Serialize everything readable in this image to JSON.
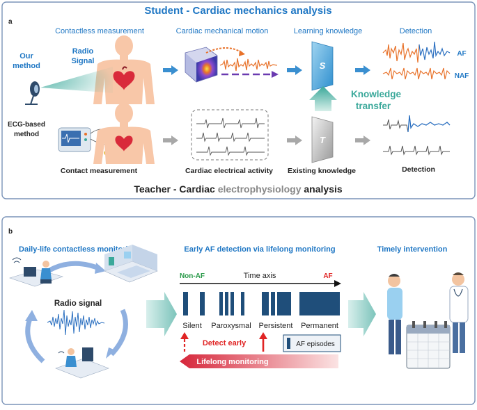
{
  "panel_a": {
    "letter": "a",
    "title": "Student - Cardiac mechanics analysis",
    "column_titles": {
      "contactless": "Contactless measurement",
      "motion": "Cardiac mechanical motion",
      "learning": "Learning knowledge",
      "detection": "Detection"
    },
    "our_method_line1": "Our",
    "our_method_line2": "method",
    "radio_line1": "Radio",
    "radio_line2": "Signal",
    "student_letter": "S",
    "label_af": "AF",
    "label_naf": "NAF",
    "kt_line1": "Knowledge",
    "kt_line2": "transfer",
    "ecg_line1": "ECG-based",
    "ecg_line2": "method",
    "teacher_letter": "T",
    "contact_measurement": "Contact measurement",
    "electrical_activity": "Cardiac electrical activity",
    "existing_knowledge": "Existing knowledge",
    "detection_bottom": "Detection",
    "footer_prefix": "Teacher - Cardiac ",
    "footer_highlight": "electrophysiology",
    "footer_suffix": " analysis"
  },
  "panel_b": {
    "letter": "b",
    "col1_title": "Daily-life contactless monitoring",
    "col2_title": "Early AF detection via lifelong monitoring",
    "col3_title": "Timely intervention",
    "radio_signal": "Radio signal",
    "non_af": "Non-AF",
    "time_axis": "Time axis",
    "af": "AF",
    "stages": [
      "Silent",
      "Paroxysmal",
      "Persistent",
      "Permanent"
    ],
    "detect_early": "Detect early",
    "af_episodes": "AF episodes",
    "lifelong": "Lifelong monitoring"
  },
  "colors": {
    "title_blue": "#1f77c4",
    "arrow_blue": "#3a8fd0",
    "signal_orange": "#e8722a",
    "signal_blue": "#2a6fc0",
    "teal": "#3aa89a",
    "navy": "#1f4e7a",
    "red": "#e02424",
    "green": "#2a9a4a",
    "dark": "#222222"
  }
}
